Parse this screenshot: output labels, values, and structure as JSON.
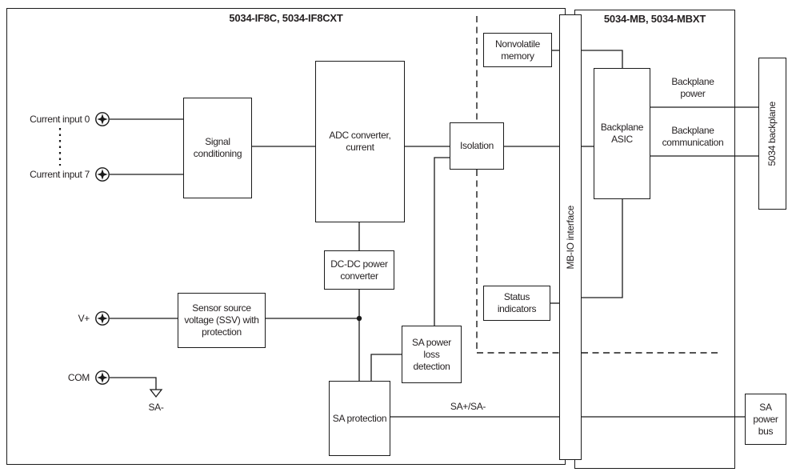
{
  "diagram": {
    "left_module": {
      "title": "5034-IF8C, 5034-IF8CXT"
    },
    "right_module": {
      "title": "5034-MB, 5034-MBXT"
    },
    "terminals": {
      "current_input_0": "Current input 0",
      "current_input_7": "Current input 7",
      "v_plus": "V+",
      "com": "COM",
      "sa_minus": "SA-"
    },
    "blocks": {
      "signal_conditioning": "Signal conditioning",
      "adc_converter": "ADC converter, current",
      "dc_dc_converter": "DC-DC power converter",
      "isolation": "Isolation",
      "nonvolatile_memory": "Nonvolatile memory",
      "status_indicators": "Status indicators",
      "mb_io_interface": "MB-IO interface",
      "backplane_asic": "Backplane ASIC",
      "backplane_5034": "5034 backplane",
      "ssv": "Sensor source voltage (SSV) with protection",
      "sa_power_loss": "SA power loss detection",
      "sa_protection": "SA protection",
      "sa_power_bus": "SA power bus"
    },
    "wire_labels": {
      "backplane_power": "Backplane power",
      "backplane_communication": "Backplane communication",
      "sa_plus_minus": "SA+/SA-"
    },
    "colors": {
      "line": "#1a1a1a",
      "text": "#231f20",
      "background": "#ffffff"
    }
  }
}
